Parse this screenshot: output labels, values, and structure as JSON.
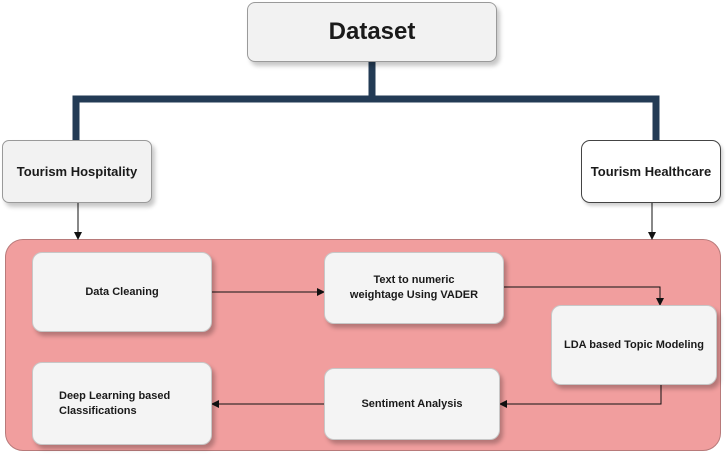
{
  "diagram": {
    "root": {
      "label": "Dataset"
    },
    "branches": {
      "left": {
        "label": "Tourism Hospitality"
      },
      "right": {
        "label": "Tourism Healthcare"
      }
    },
    "pipeline": {
      "steps": [
        {
          "label": "Data Cleaning"
        },
        {
          "label": "Text to numeric weightage Using VADER"
        },
        {
          "label": "LDA based Topic Modeling"
        },
        {
          "label": "Sentiment Analysis"
        },
        {
          "label": "Deep Learning based Classifications"
        }
      ]
    }
  },
  "colors": {
    "pipeline_fill": "#f19e9e",
    "tree_line": "#233b55",
    "box_fill": "#f2f2f2"
  }
}
